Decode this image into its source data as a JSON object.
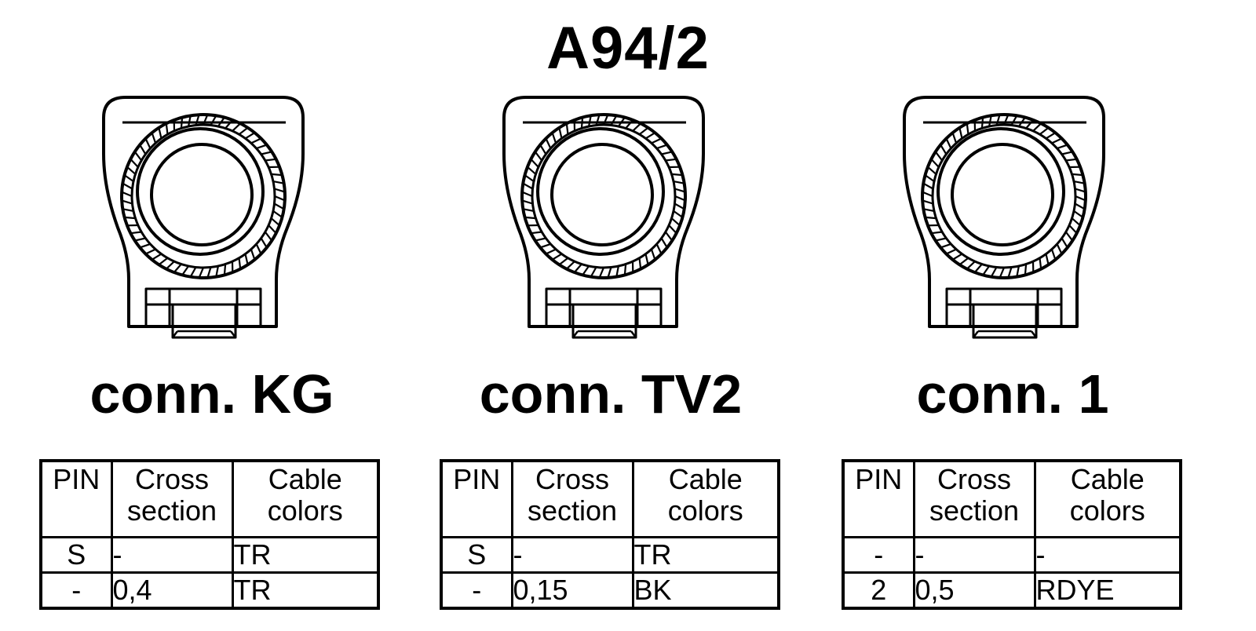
{
  "title": "A94/2",
  "connectors": [
    {
      "label": "conn. KG",
      "headers": {
        "pin": "PIN",
        "cross_l1": "Cross",
        "cross_l2": "section",
        "cable_l1": "Cable",
        "cable_l2": "colors"
      },
      "rows": [
        {
          "pin": "S",
          "cross": "-",
          "color": "TR"
        },
        {
          "pin": "-",
          "cross": "0,4",
          "color": "TR"
        }
      ]
    },
    {
      "label": "conn. TV2",
      "headers": {
        "pin": "PIN",
        "cross_l1": "Cross",
        "cross_l2": "section",
        "cable_l1": "Cable",
        "cable_l2": "colors"
      },
      "rows": [
        {
          "pin": "S",
          "cross": "-",
          "color": "TR"
        },
        {
          "pin": "-",
          "cross": "0,15",
          "color": "BK"
        }
      ]
    },
    {
      "label": "conn. 1",
      "headers": {
        "pin": "PIN",
        "cross_l1": "Cross",
        "cross_l2": "section",
        "cable_l1": "Cable",
        "cable_l2": "colors"
      },
      "rows": [
        {
          "pin": "-",
          "cross": "-",
          "color": "-"
        },
        {
          "pin": "2",
          "cross": "0,5",
          "color": "RDYE"
        }
      ]
    }
  ]
}
